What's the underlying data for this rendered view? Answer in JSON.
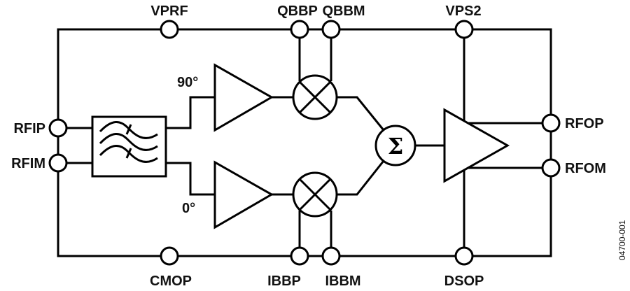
{
  "pins": {
    "top": [
      "VPRF",
      "QBBP",
      "QBBM",
      "VPS2"
    ],
    "bottom": [
      "CMOP",
      "IBBP",
      "IBBM",
      "DSOP"
    ],
    "left": [
      "RFIP",
      "RFIM"
    ],
    "right": [
      "RFOP",
      "RFOM"
    ]
  },
  "phase_labels": {
    "top": "90°",
    "bottom": "0°"
  },
  "summer_symbol": "Σ",
  "figure_number": "04700-001"
}
